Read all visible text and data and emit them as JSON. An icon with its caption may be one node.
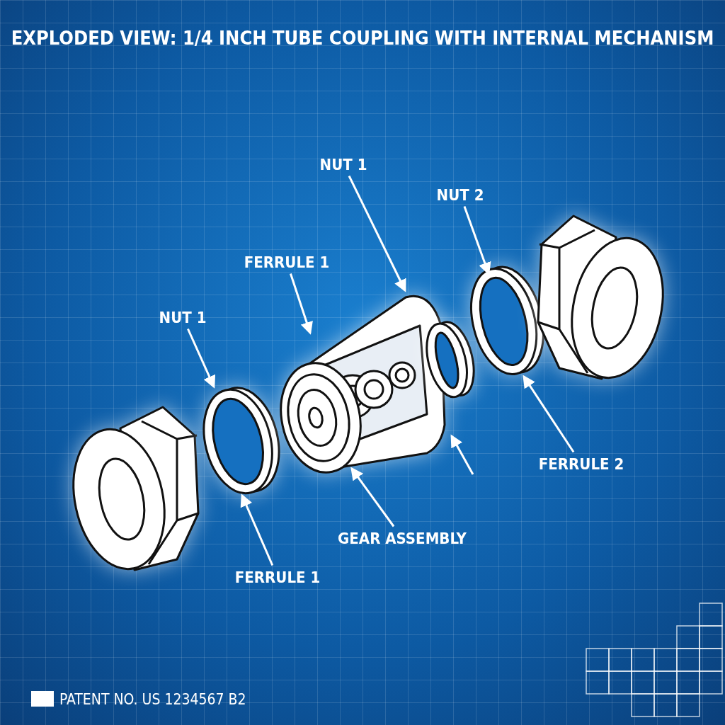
{
  "diagram": {
    "title": "EXPLODED VIEW: 1/4 INCH TUBE COUPLING WITH INTERNAL MECHANISM",
    "nodes": [
      {
        "text": [
          "NUT 1"
        ]
      },
      {
        "text": [
          "NUT 2"
        ]
      },
      {
        "text": [
          "FERRULE 1"
        ]
      },
      {
        "text": [
          "NUT 1"
        ]
      },
      {
        "text": [
          "FERRULE 2"
        ]
      },
      {
        "text": [
          "GEAR ASSEMBLY"
        ]
      },
      {
        "text": [
          "FERRULE 1"
        ]
      },
      {
        "text": [],
        "shape": "picture"
      },
      {
        "text": [],
        "shape": "picture"
      },
      {
        "text": [],
        "shape": "picture"
      },
      {
        "text": [],
        "shape": "picture"
      },
      {
        "text": [],
        "shape": "picture"
      },
      {
        "text": [],
        "shape": "picture"
      }
    ],
    "edges": [
      {
        "from": 0,
        "to": 9,
        "arrow": "to"
      },
      {
        "from": 1,
        "to": 11,
        "arrow": "to"
      },
      {
        "from": 2,
        "to": 9,
        "arrow": "to"
      },
      {
        "from": 3,
        "to": 8,
        "arrow": "to"
      },
      {
        "from": 4,
        "to": 11,
        "arrow": "to"
      },
      {
        "from": 5,
        "to": 9,
        "arrow": "to"
      },
      {
        "from": 6,
        "to": 8,
        "arrow": "to"
      },
      {
        "from": null,
        "to": 9,
        "arrow": "to"
      }
    ],
    "labels": [
      "PATENT NO. US 1234567 B2"
    ]
  }
}
